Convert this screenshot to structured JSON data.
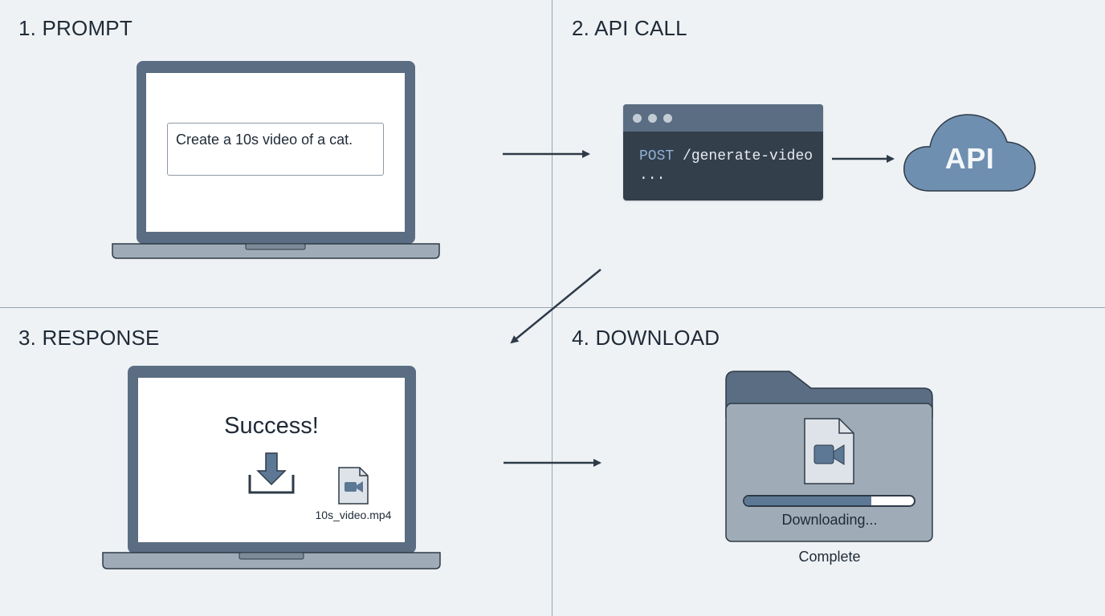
{
  "steps": [
    {
      "title": "1. PROMPT"
    },
    {
      "title": "2. API CALL"
    },
    {
      "title": "3. RESPONSE"
    },
    {
      "title": "4. DOWNLOAD"
    }
  ],
  "prompt": {
    "value": "Create a 10s video of a cat."
  },
  "api_call": {
    "method": "POST",
    "endpoint": "/generate-video",
    "continuation": "...",
    "service_label": "API"
  },
  "response": {
    "status_text": "Success!",
    "file_name": "10s_video.mp4"
  },
  "download": {
    "status_text": "Downloading...",
    "progress": 0.75,
    "complete_text": "Complete"
  },
  "icons": {
    "laptop": "laptop-icon",
    "terminal": "terminal-window-icon",
    "cloud": "cloud-icon",
    "download": "download-icon",
    "video_file": "video-file-icon",
    "folder": "folder-icon",
    "arrow": "arrow-icon"
  },
  "colors": {
    "background": "#eef2f5",
    "frame": "#5b6d82",
    "terminal_bg": "#343f4c",
    "cloud": "#6f8fb0",
    "accent": "#5c7895"
  }
}
